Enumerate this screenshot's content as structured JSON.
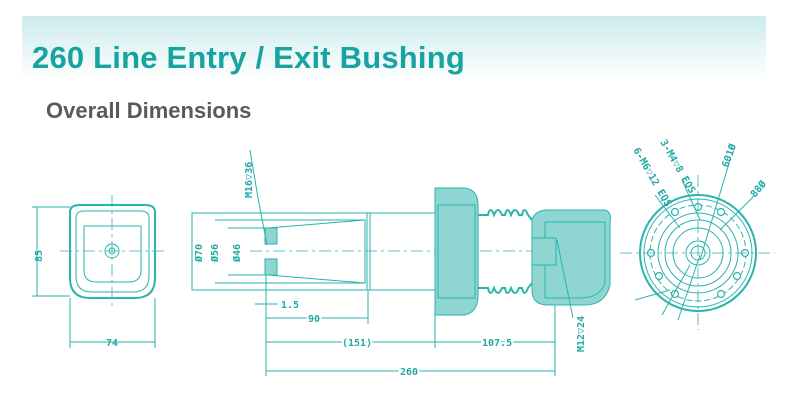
{
  "header": {
    "title": "260 Line Entry / Exit Bushing",
    "subtitle": "Overall Dimensions"
  },
  "drawing": {
    "front_view": {
      "height_label": "85",
      "width_label": "74"
    },
    "side_view": {
      "thread_label": "M16▽36",
      "dia_outer": "Ø70",
      "dia_mid": "Ø56",
      "dia_inner": "Ø46",
      "dim_1_5": "1.5",
      "dim_90": "90",
      "dim_151": "(151)",
      "dim_107_5": "107.5",
      "dim_260": "260",
      "cap_thread": "M12▽24"
    },
    "end_view": {
      "label_m6": "6-M6▽12 EQS",
      "label_m4": "3-M4▽8 EQS",
      "label_d1": "601Ø",
      "label_d2": "88Ø"
    }
  },
  "colors": {
    "title": "#17a3a0",
    "subtitle": "#5a5a5a",
    "line": "#2bb3ad"
  }
}
